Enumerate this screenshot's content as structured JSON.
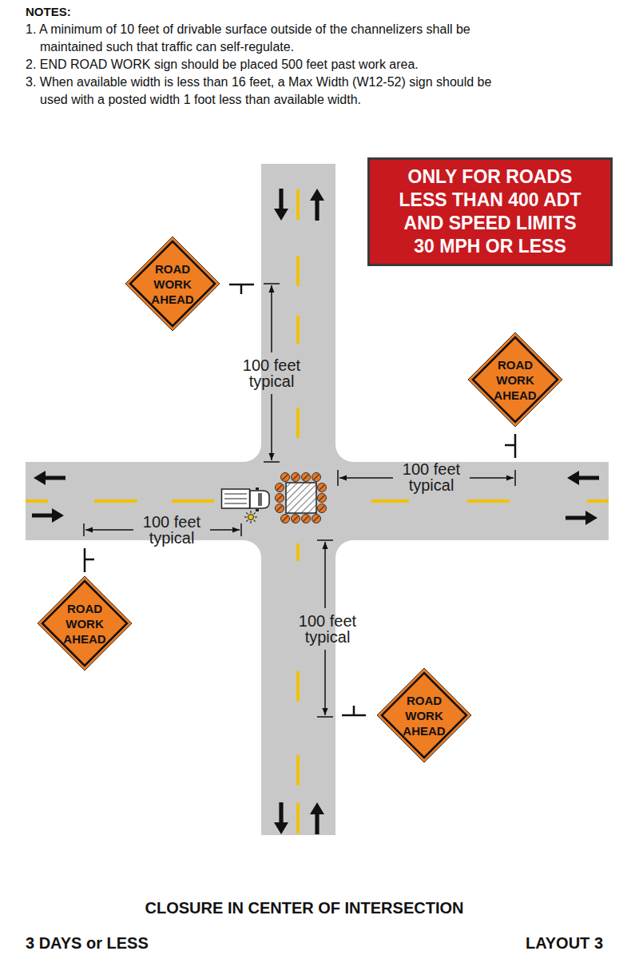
{
  "diagram": {
    "title": "CLOSURE IN CENTER OF INTERSECTION",
    "nodes": [
      {
        "text": [
          "ONLY FOR ROADS LESS THAN 400 ADT AND SPEED LIMITS 30 MPH OR LESS"
        ]
      },
      {
        "text": [
          "ROAD WORK AHEAD"
        ]
      },
      {
        "text": [
          "ROAD WORK AHEAD"
        ]
      },
      {
        "text": [
          "ROAD WORK AHEAD"
        ]
      },
      {
        "text": [
          "ROAD WORK AHEAD"
        ]
      }
    ],
    "labels": [
      "NOTES:",
      "1. A minimum of 10 feet of drivable surface outside of the channelizers shall be maintained such that traffic can self-regulate.",
      "2. END ROAD WORK sign should be placed 500 feet past work area.",
      "3. When available width is less than 16 feet, a Max Width (W12-52) sign should be used with a posted width 1 foot less than available width.",
      "100 feet typical",
      "100 feet typical",
      "100 feet typical",
      "100 feet typical",
      "3 DAYS or LESS",
      "LAYOUT 3"
    ]
  }
}
